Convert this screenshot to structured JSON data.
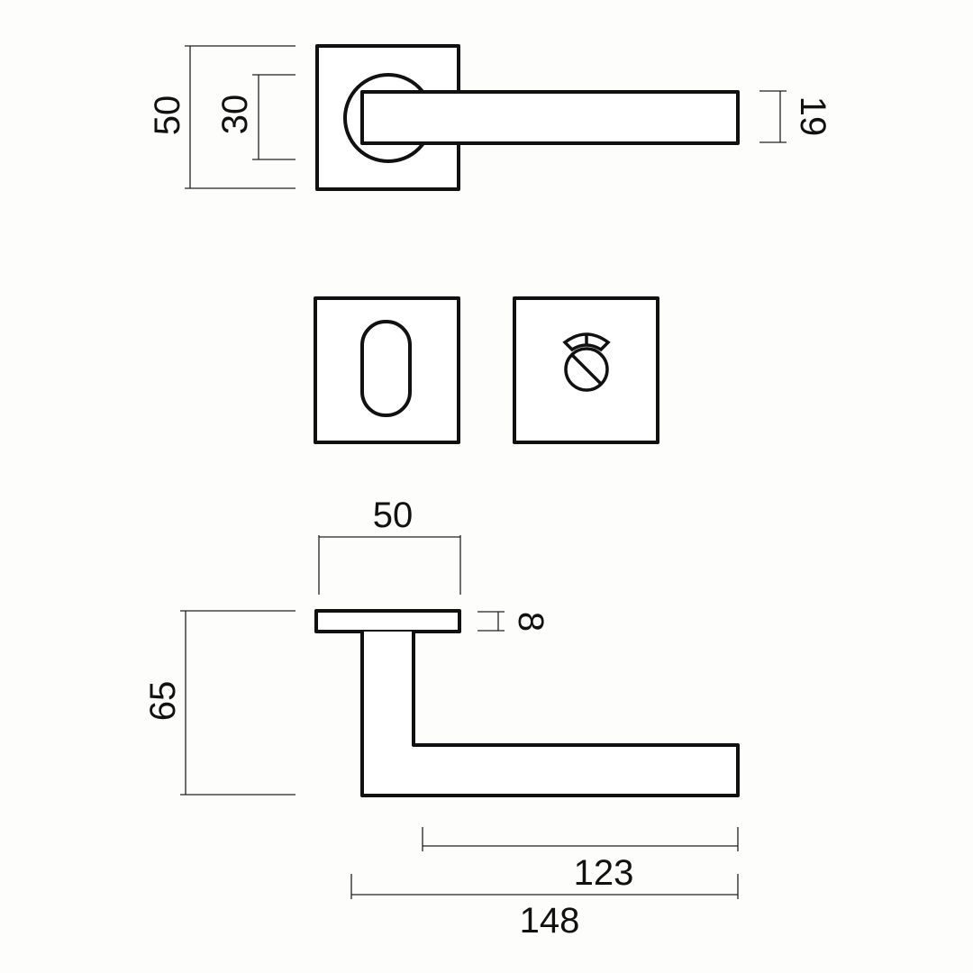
{
  "top_view": {
    "width_dim": "50",
    "rose_circle_dim": "30",
    "lever_dim": "19"
  },
  "bottom_view": {
    "rose_width_dim": "50",
    "rose_thickness_dim": "8",
    "projection_dim": "65",
    "lever_inner_dim": "123",
    "lever_total_dim": "148"
  },
  "escutcheons": {
    "left": "key-escutcheon",
    "right": "privacy-turn-escutcheon"
  },
  "colors": {
    "background": "#fdfdfb",
    "line": "#111111"
  }
}
